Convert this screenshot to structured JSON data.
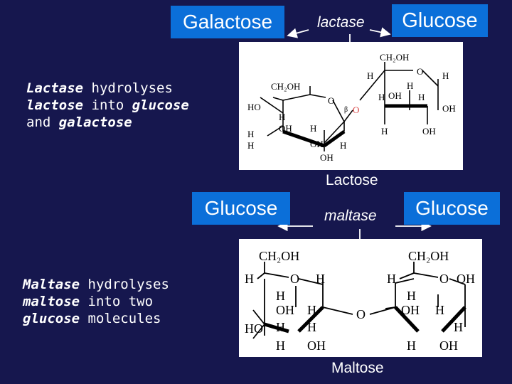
{
  "top": {
    "galactose_box": "Galactose",
    "enzyme": "lactase",
    "glucose_box": "Glucose",
    "description": {
      "line1_em": "Lactase",
      "line1_rest": " hydrolyses",
      "line2_em1": "lactose",
      "line2_mid": " into ",
      "line2_em2": "glucose",
      "line3_pre": "and ",
      "line3_em": "galactose"
    },
    "molecule_label": "Lactose",
    "atoms": {
      "ch2oh": "CH₂OH",
      "o": "O",
      "h": "H",
      "oh": "OH",
      "ho": "HO",
      "beta": "β"
    }
  },
  "bottom": {
    "glucose_left": "Glucose",
    "enzyme": "maltase",
    "glucose_right": "Glucose",
    "description": {
      "line1_em": "Maltase",
      "line1_rest": " hydrolyses",
      "line2_em": "maltose",
      "line2_rest": " into two",
      "line3_em": "glucose",
      "line3_rest": " molecules"
    },
    "molecule_label": "Maltose",
    "atoms": {
      "ch2oh": "CH₂OH",
      "o": "O",
      "h": "H",
      "oh": "OH",
      "ho": "HO"
    }
  },
  "colors": {
    "background": "#16174e",
    "label_box": "#0b6fd9",
    "text": "#ffffff"
  }
}
